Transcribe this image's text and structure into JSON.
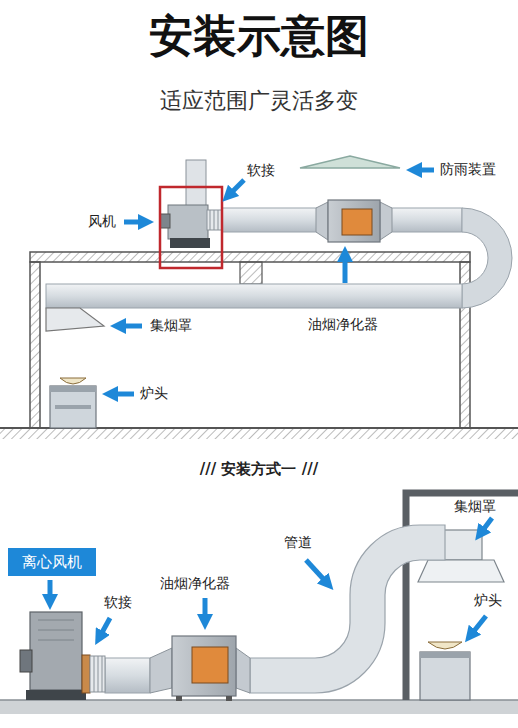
{
  "diagram": {
    "title": "安装示意图",
    "nodes": [
      {
        "text": [
          "离心风机"
        ]
      }
    ],
    "labels": [
      "适应范围广灵活多变",
      "软接",
      "防雨装置",
      "风机",
      "油烟净化器",
      "集烟罩",
      "炉头",
      "/// 安装方式一 ///",
      "集烟罩",
      "管道",
      "油烟净化器",
      "软接",
      "炉头"
    ]
  }
}
